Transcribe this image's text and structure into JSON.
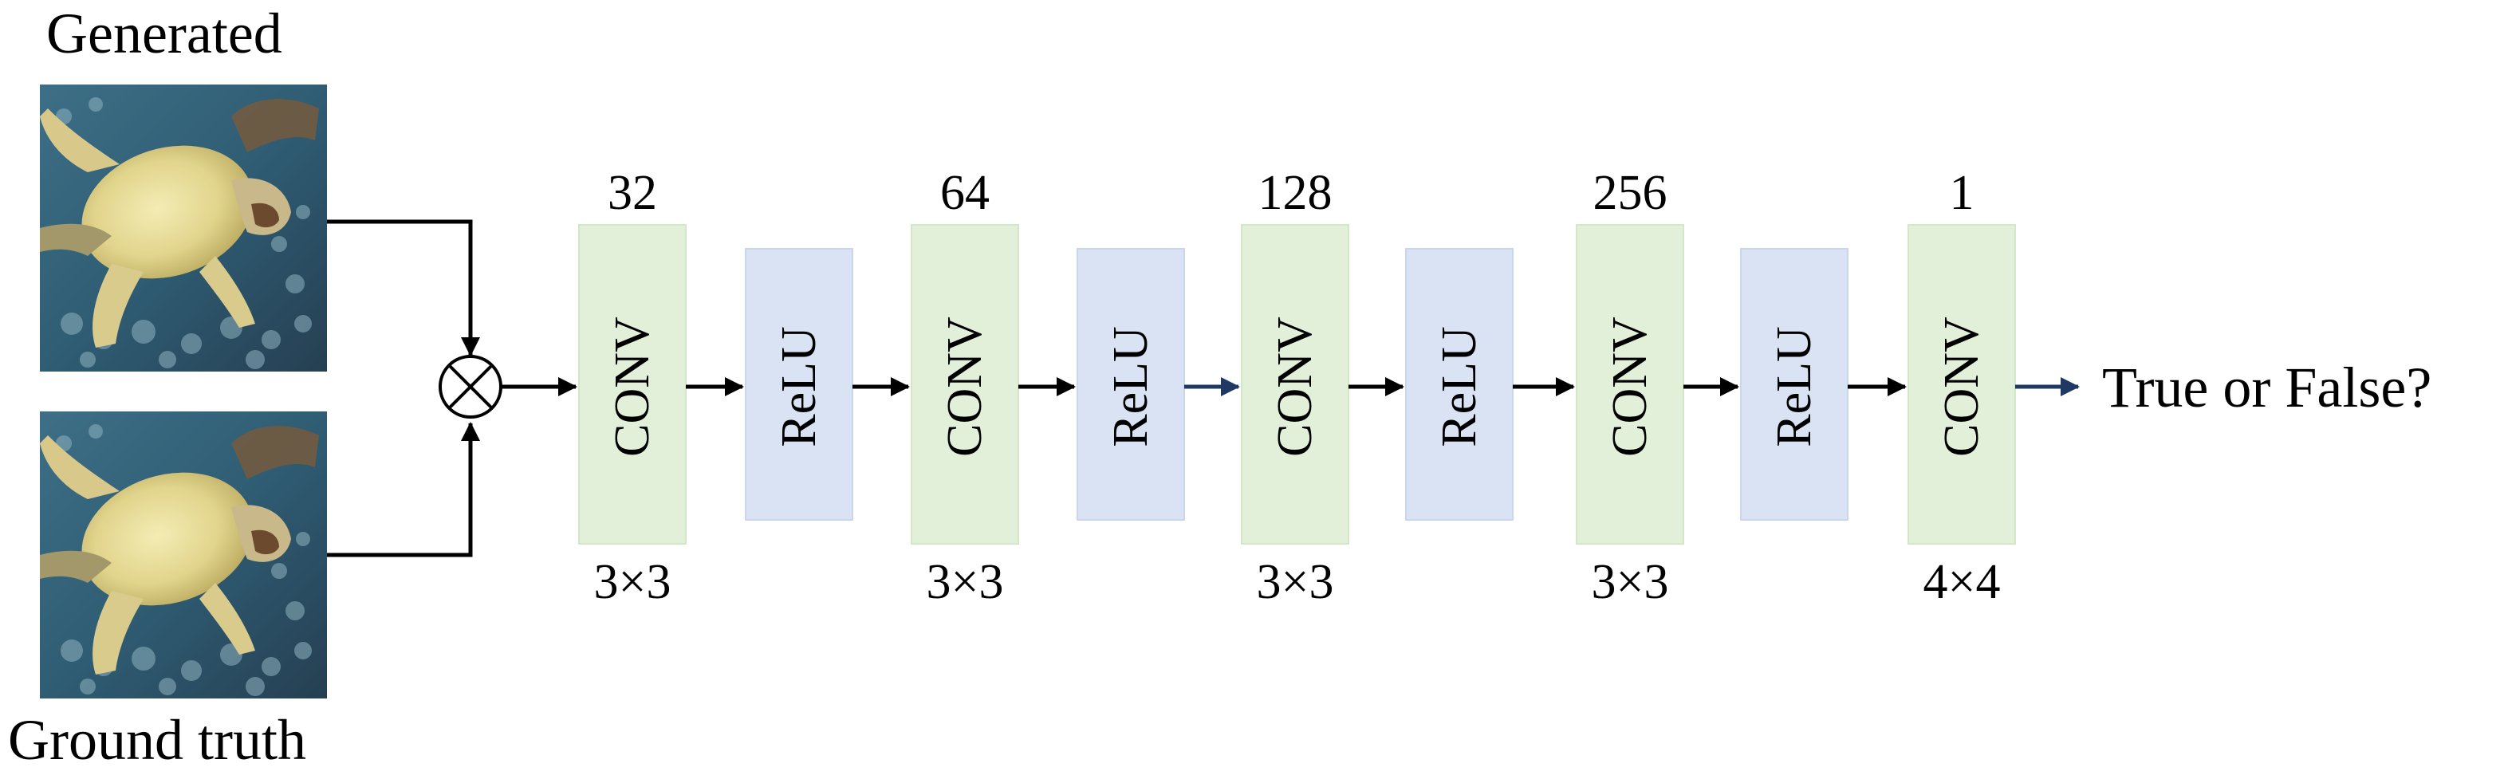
{
  "inputs": {
    "generated_label": "Generated",
    "ground_truth_label": "Ground truth"
  },
  "output_label": "True or False?",
  "colors": {
    "conv_fill": "#e2efd9",
    "conv_stroke": "#d3e6c5",
    "relu_fill": "#dae3f3",
    "relu_stroke": "#c9d6ee",
    "arrow": "#000000",
    "arrow_accent": "#1f3864"
  },
  "blocks": [
    {
      "type": "conv",
      "text": "CONV",
      "channels": "32",
      "kernel": "3×3"
    },
    {
      "type": "relu",
      "text": "ReLU"
    },
    {
      "type": "conv",
      "text": "CONV",
      "channels": "64",
      "kernel": "3×3"
    },
    {
      "type": "relu",
      "text": "ReLU"
    },
    {
      "type": "conv",
      "text": "CONV",
      "channels": "128",
      "kernel": "3×3"
    },
    {
      "type": "relu",
      "text": "ReLU"
    },
    {
      "type": "conv",
      "text": "CONV",
      "channels": "256",
      "kernel": "3×3"
    },
    {
      "type": "relu",
      "text": "ReLU"
    },
    {
      "type": "conv",
      "text": "CONV",
      "channels": "1",
      "kernel": "4×4"
    }
  ],
  "operator_symbol": "otimes-icon"
}
